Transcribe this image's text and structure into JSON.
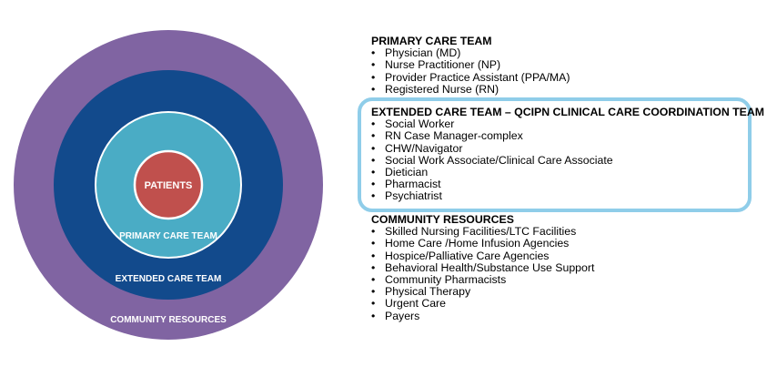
{
  "diagram": {
    "rings": [
      {
        "label": "COMMUNITY RESOURCES",
        "color": "#8064a2"
      },
      {
        "label": "EXTENDED CARE TEAM",
        "color": "#124a8c"
      },
      {
        "label": "PRIMARY CARE TEAM",
        "color": "#4aacc5"
      },
      {
        "label": "PATIENTS",
        "color": "#c0504d"
      }
    ]
  },
  "legend": {
    "primary": {
      "title": "PRIMARY CARE TEAM",
      "items": [
        "Physician (MD)",
        "Nurse Practitioner (NP)",
        "Provider Practice Assistant (PPA/MA)",
        "Registered Nurse (RN)"
      ]
    },
    "extended": {
      "title": "EXTENDED CARE TEAM – QCIPN CLINICAL CARE COORDINATION TEAM",
      "items": [
        "Social Worker",
        "RN Case Manager-complex",
        "CHW/Navigator",
        "Social Work Associate/Clinical Care Associate",
        "Dietician",
        "Pharmacist",
        "Psychiatrist"
      ],
      "highlight_color": "#8fcde9"
    },
    "community": {
      "title": "COMMUNITY RESOURCES",
      "items": [
        "Skilled Nursing Facilities/LTC Facilities",
        "Home Care /Home Infusion Agencies",
        "Hospice/Palliative Care Agencies",
        "Behavioral Health/Substance Use Support",
        "Community Pharmacists",
        "Physical Therapy",
        "Urgent Care",
        "Payers"
      ]
    }
  }
}
